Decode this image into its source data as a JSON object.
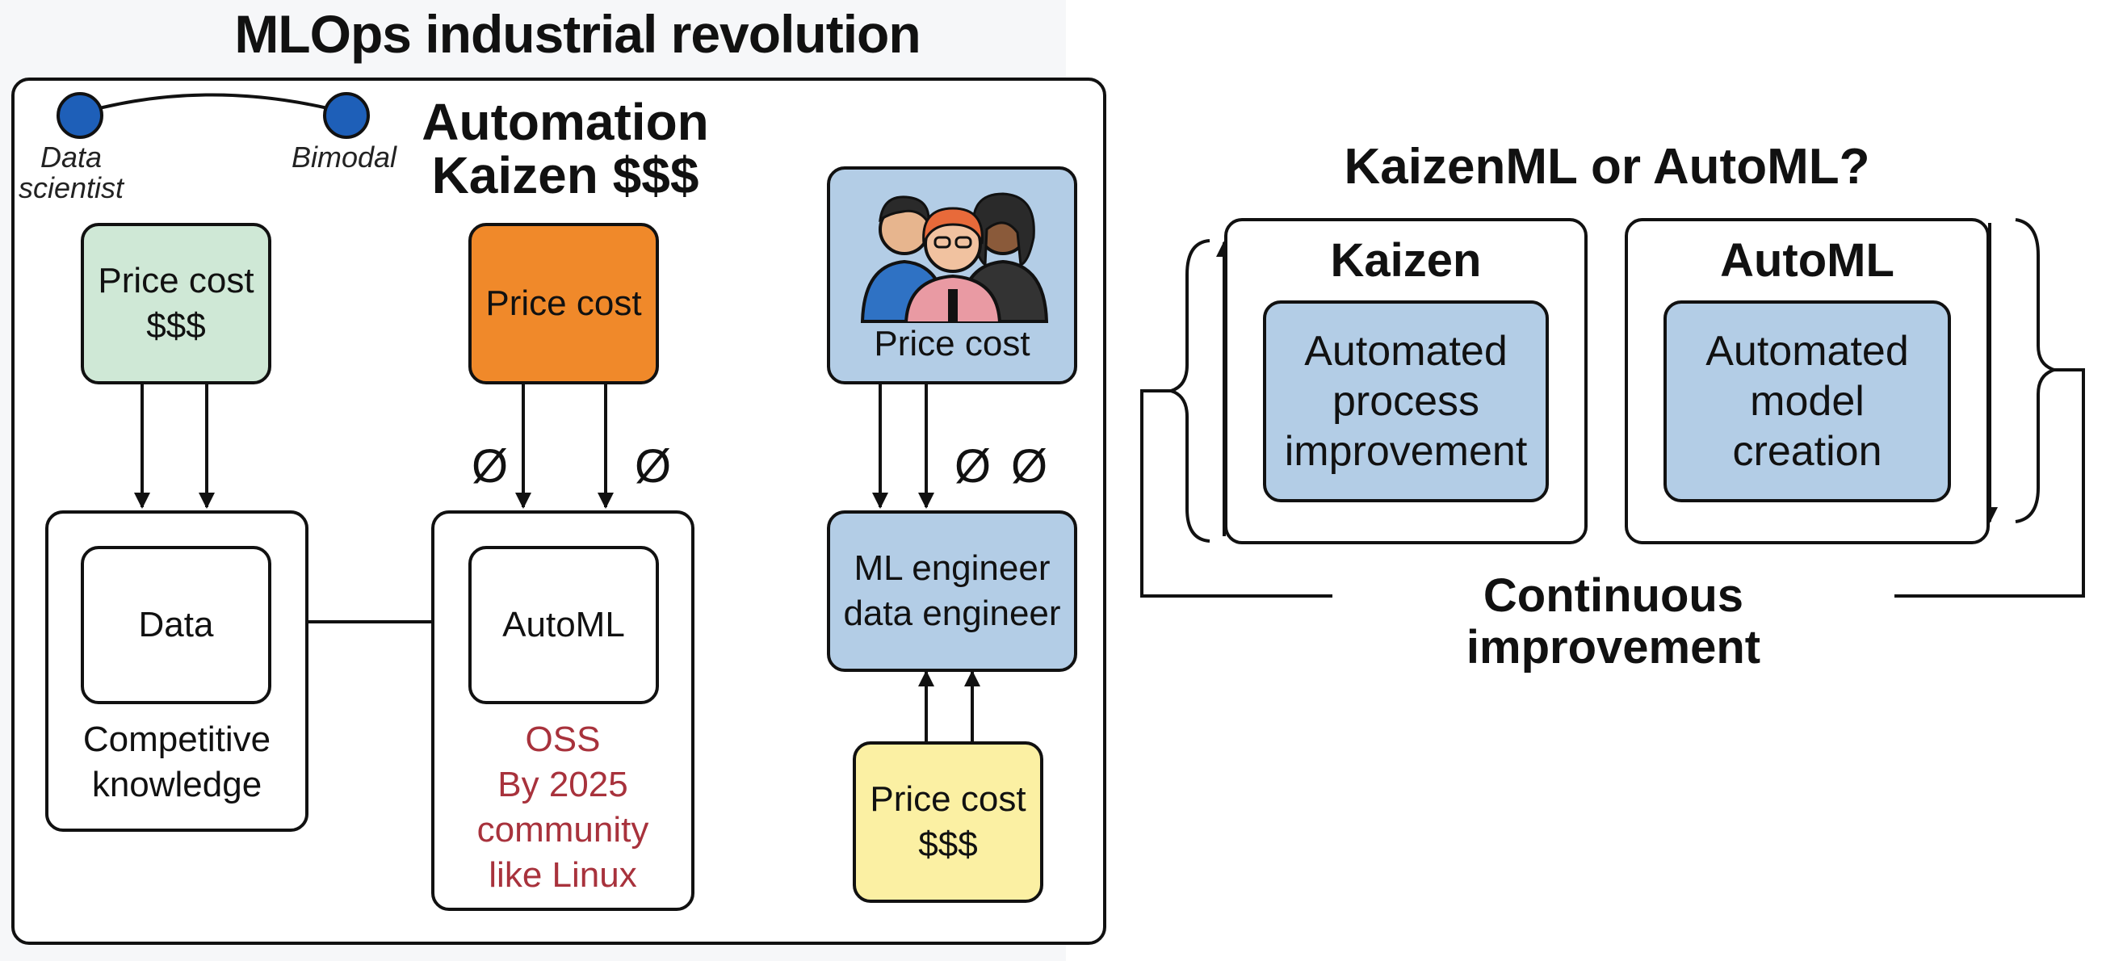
{
  "left_diagram": {
    "title": "MLOps industrial revolution",
    "legend": {
      "left_label": "Data\nscientist",
      "right_label": "Bimodal"
    },
    "heading": "Automation\nKaizen $$$",
    "col1": {
      "top": "Price cost\n$$$",
      "inner": "Data",
      "caption": "Competitive\nknowledge"
    },
    "col2": {
      "top": "Price cost",
      "zero_left": "Ø",
      "zero_right": "Ø",
      "inner": "AutoML",
      "caption": "OSS\nBy 2025\ncommunity\nlike Linux"
    },
    "col3": {
      "top": "Price cost",
      "zero_left": "Ø",
      "zero_right": "Ø",
      "middle": "ML engineer\ndata engineer",
      "bottom": "Price cost\n$$$"
    }
  },
  "right_diagram": {
    "title": "KaizenML or AutoML?",
    "left_box": {
      "heading": "Kaizen",
      "inner": "Automated\nprocess\nimprovement"
    },
    "right_box": {
      "heading": "AutoML",
      "inner": "Automated\nmodel\ncreation"
    },
    "loop_label": "Continuous improvement"
  },
  "colors": {
    "green": "#cfe8d6",
    "orange": "#f0892a",
    "blue": "#b3cde6",
    "yellow": "#fbf0a3",
    "oss_text": "#a8323c",
    "dot": "#1e5fb8"
  },
  "icons": [
    "people-group-icon"
  ]
}
